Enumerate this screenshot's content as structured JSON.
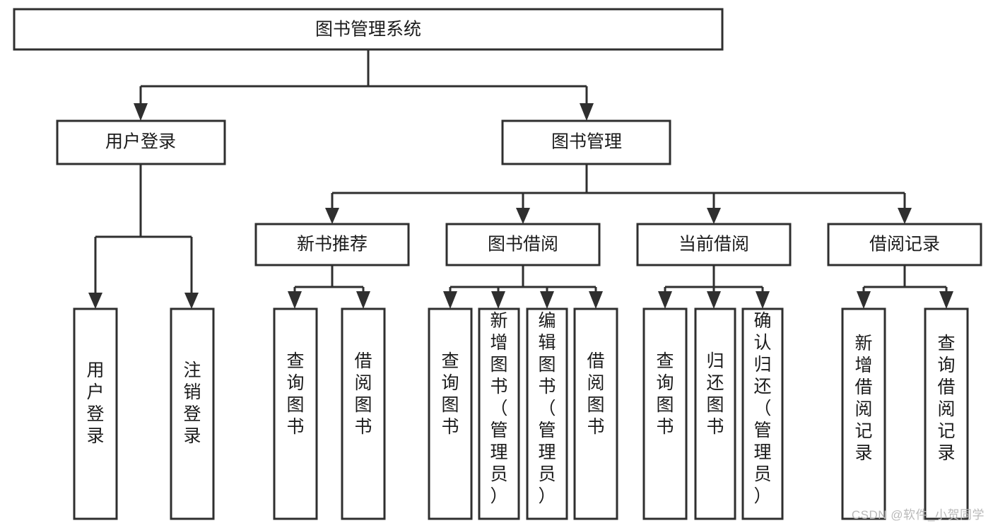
{
  "diagram": {
    "title": "图书管理系统",
    "type": "tree-hierarchy",
    "colors": {
      "stroke": "#2f2f2f",
      "box_fill": "#ffffff",
      "text": "#1b1b1b",
      "background": "#ffffff",
      "watermark": "#b9b9b9"
    },
    "root": {
      "label": "图书管理系统"
    },
    "level2": [
      {
        "label": "用户登录"
      },
      {
        "label": "图书管理"
      }
    ],
    "level3": [
      {
        "label": "新书推荐"
      },
      {
        "label": "图书借阅"
      },
      {
        "label": "当前借阅"
      },
      {
        "label": "借阅记录"
      }
    ],
    "leaves": {
      "user_login": [
        {
          "label": "用户登录"
        },
        {
          "label": "注销登录"
        }
      ],
      "new_book_recommend": [
        {
          "label": "查询图书"
        },
        {
          "label": "借阅图书"
        }
      ],
      "book_borrow": [
        {
          "label": "查询图书"
        },
        {
          "label": "新增图书（管理员）"
        },
        {
          "label": "编辑图书（管理员）"
        },
        {
          "label": "借阅图书"
        }
      ],
      "current_borrow": [
        {
          "label": "查询图书"
        },
        {
          "label": "归还图书"
        },
        {
          "label": "确认归还（管理员）"
        }
      ],
      "borrow_record": [
        {
          "label": "新增借阅记录"
        },
        {
          "label": "查询借阅记录"
        }
      ]
    }
  },
  "watermark": {
    "text": "CSDN @软件_小贺同学"
  }
}
